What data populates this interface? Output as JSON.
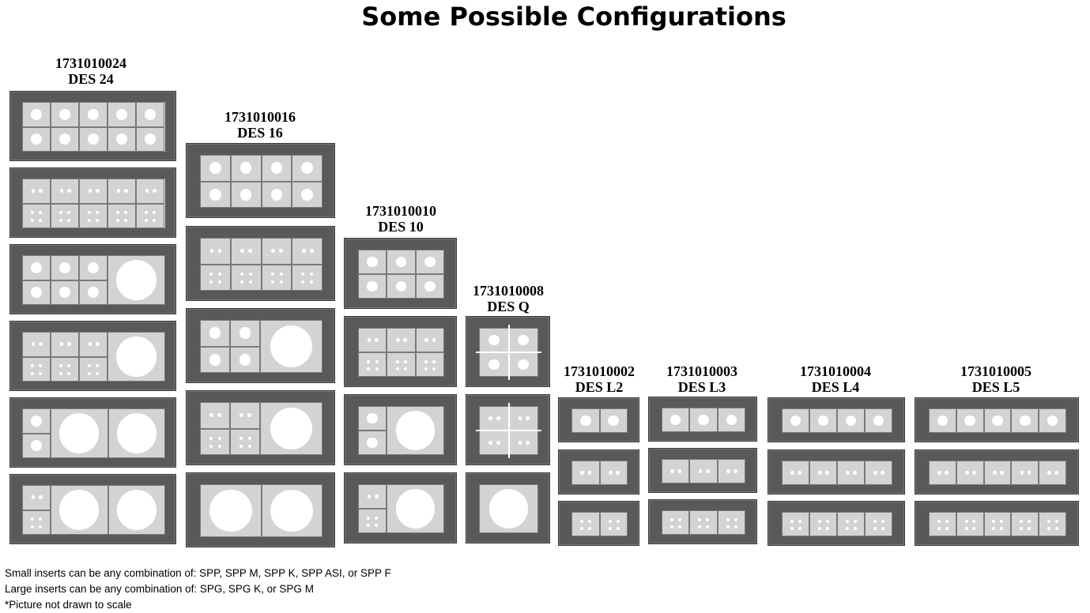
{
  "title": "Some Possible Configurations",
  "configurations": [
    {
      "part_number": "1731010024",
      "name": "DES 24"
    },
    {
      "part_number": "1731010016",
      "name": "DES 16"
    },
    {
      "part_number": "1731010010",
      "name": "DES 10"
    },
    {
      "part_number": "1731010008",
      "name": "DES Q"
    },
    {
      "part_number": "1731010002",
      "name": "DES L2"
    },
    {
      "part_number": "1731010003",
      "name": "DES L3"
    },
    {
      "part_number": "1731010004",
      "name": "DES L4"
    },
    {
      "part_number": "1731010005",
      "name": "DES L5"
    }
  ],
  "notes": [
    "Small inserts can be any combination of: SPP, SPP M, SPP K, SPP ASI, or SPP F",
    "Large inserts can be any combination of: SPG, SPG K, or SPG M",
    "*Picture not drawn to scale"
  ],
  "colors": {
    "frame": "#595959",
    "insert": "#d3d3d3",
    "contact": "#ffffff"
  }
}
